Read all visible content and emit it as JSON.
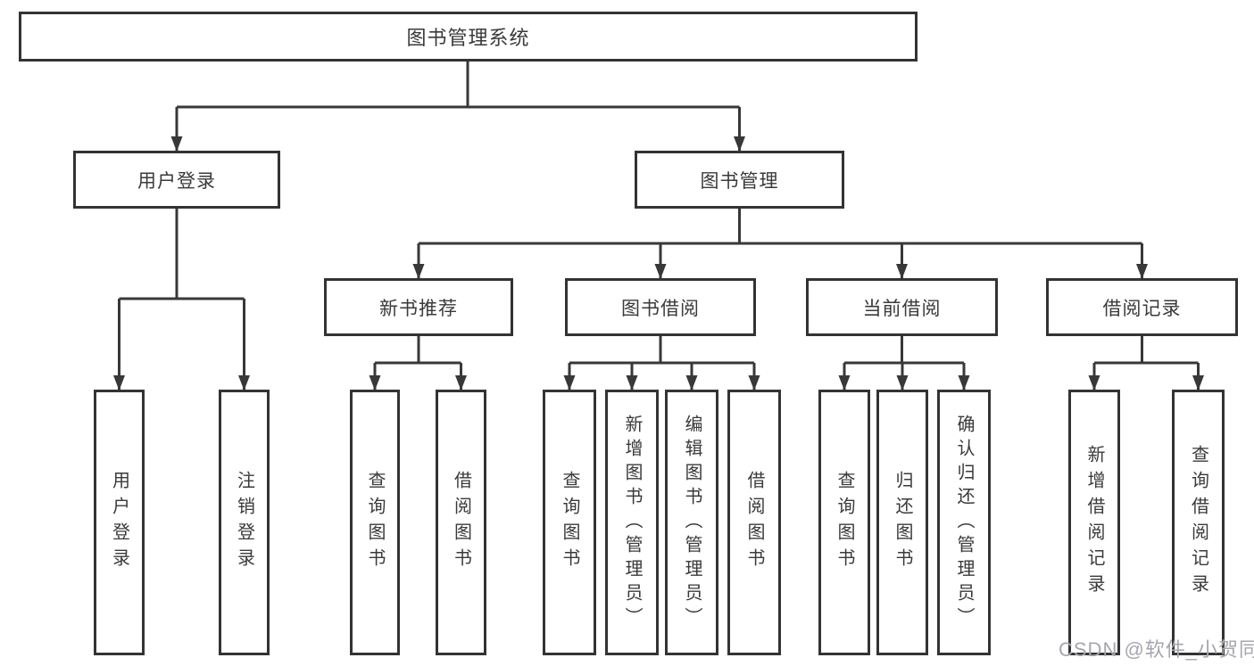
{
  "diagram_title": "图书管理系统",
  "tree": {
    "label": "图书管理系统",
    "children": [
      {
        "label": "用户登录",
        "children": [
          {
            "label": "用户登录"
          },
          {
            "label": "注销登录"
          }
        ]
      },
      {
        "label": "图书管理",
        "children": [
          {
            "label": "新书推荐",
            "children": [
              {
                "label": "查询图书"
              },
              {
                "label": "借阅图书"
              }
            ]
          },
          {
            "label": "图书借阅",
            "children": [
              {
                "label": "查询图书"
              },
              {
                "label": "新增图书（管理员）"
              },
              {
                "label": "编辑图书（管理员）"
              },
              {
                "label": "借阅图书"
              }
            ]
          },
          {
            "label": "当前借阅",
            "children": [
              {
                "label": "查询图书"
              },
              {
                "label": "归还图书"
              },
              {
                "label": "确认归还（管理员）"
              }
            ]
          },
          {
            "label": "借阅记录",
            "children": [
              {
                "label": "新增借阅记录"
              },
              {
                "label": "查询借阅记录"
              }
            ]
          }
        ]
      }
    ]
  },
  "watermark": "CSDN @软件_小贺同学",
  "colors": {
    "box_border": "#333333",
    "connector_line": "#383838",
    "text": "#3a3a3a",
    "watermark": "#a6a6ae",
    "background": "#ffffff"
  }
}
